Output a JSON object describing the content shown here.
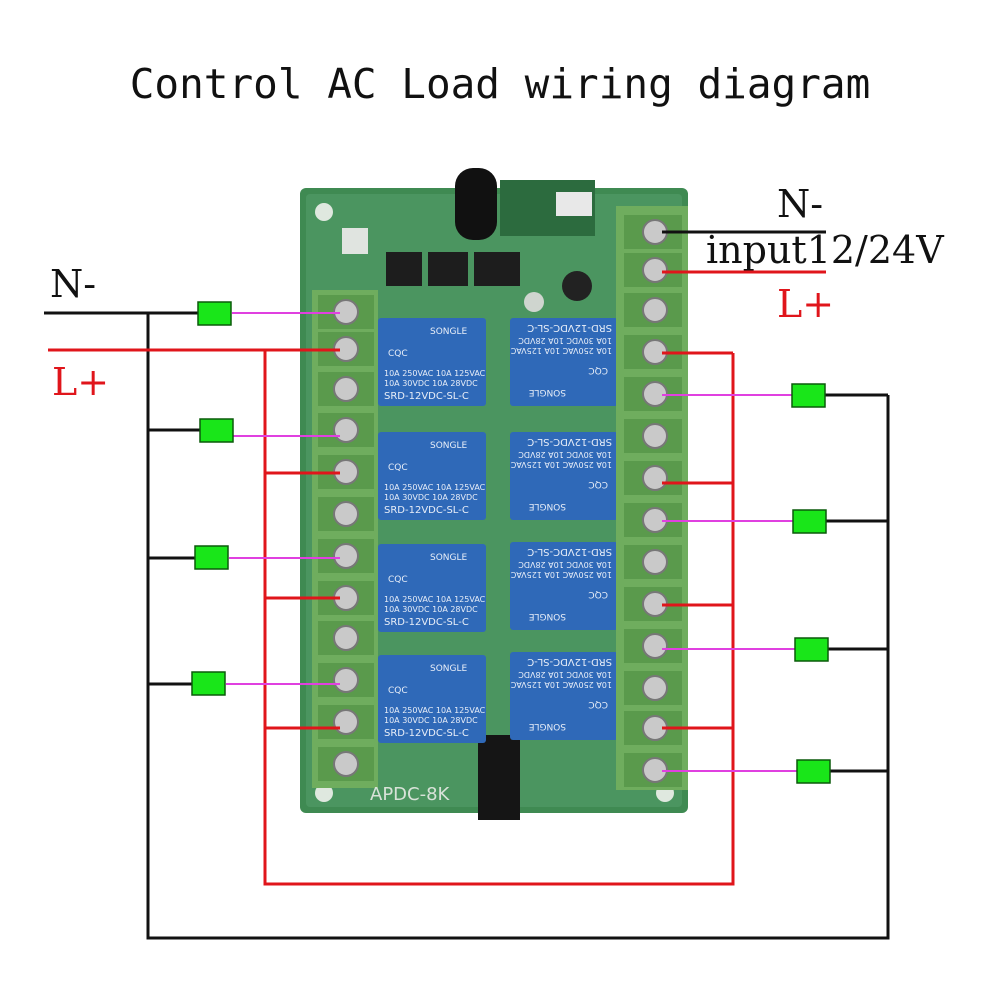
{
  "title": "Control AC Load wiring diagram",
  "left_labels": {
    "neutral": "N-",
    "live": "L+"
  },
  "right_labels": {
    "neutral": "N-",
    "input": "input12/24V",
    "live": "L+"
  },
  "board": {
    "model": "APDC-8K",
    "relay_text": {
      "brand": "SONGLE",
      "rating_line1": "10A 250VAC  10A 125VAC",
      "rating_line2": "10A 30VDC  10A 28VDC",
      "model": "SRD-12VDC-SL-C",
      "cert": "CQC"
    }
  },
  "colors": {
    "neutral_wire": "#111111",
    "live_wire": "#e0151b",
    "load_wire": "#e040e0",
    "load_box": "#19e619",
    "board": "#3f8a52",
    "terminal": "#6fad5e",
    "relay": "#2f69b8",
    "label_red": "#e0151b"
  }
}
